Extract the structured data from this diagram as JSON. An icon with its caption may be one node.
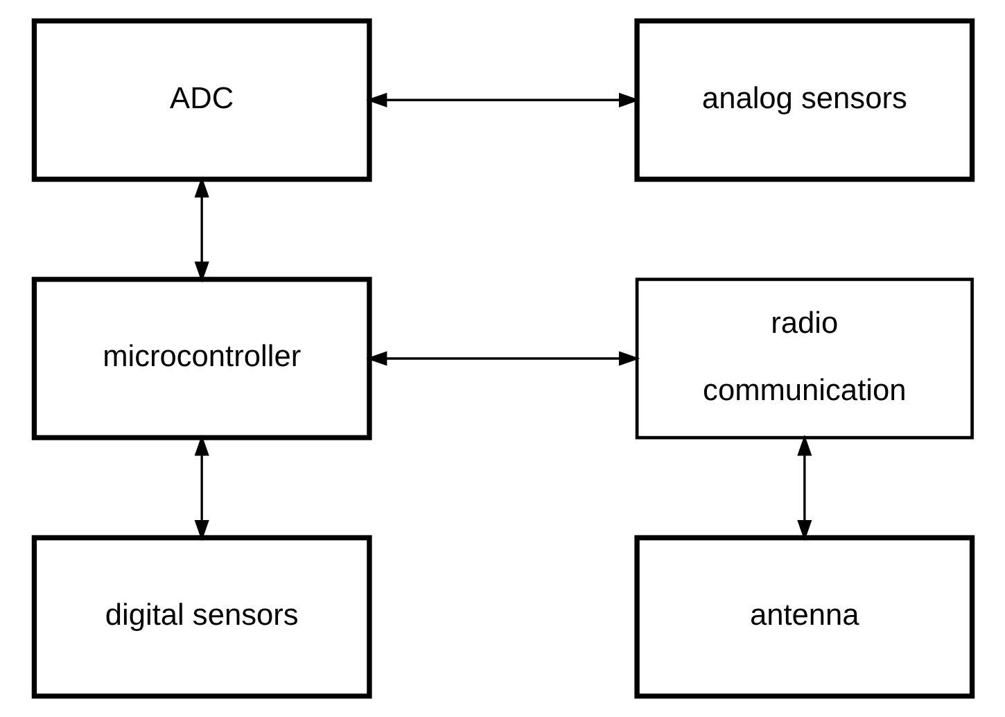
{
  "diagram": {
    "nodes": [
      {
        "text": [
          "ADC"
        ]
      },
      {
        "text": [
          "analog sensors"
        ]
      },
      {
        "text": [
          "microcontroller"
        ]
      },
      {
        "text": [
          "radio communication"
        ]
      },
      {
        "text": [
          "digital sensors"
        ]
      },
      {
        "text": [
          "antenna"
        ]
      }
    ],
    "edges": [
      {
        "from": 0,
        "to": 1,
        "arrow": "both"
      },
      {
        "from": 0,
        "to": 2,
        "arrow": "both"
      },
      {
        "from": 2,
        "to": 3,
        "arrow": "both"
      },
      {
        "from": 2,
        "to": 4,
        "arrow": "both"
      },
      {
        "from": 3,
        "to": 5,
        "arrow": "both"
      }
    ]
  }
}
